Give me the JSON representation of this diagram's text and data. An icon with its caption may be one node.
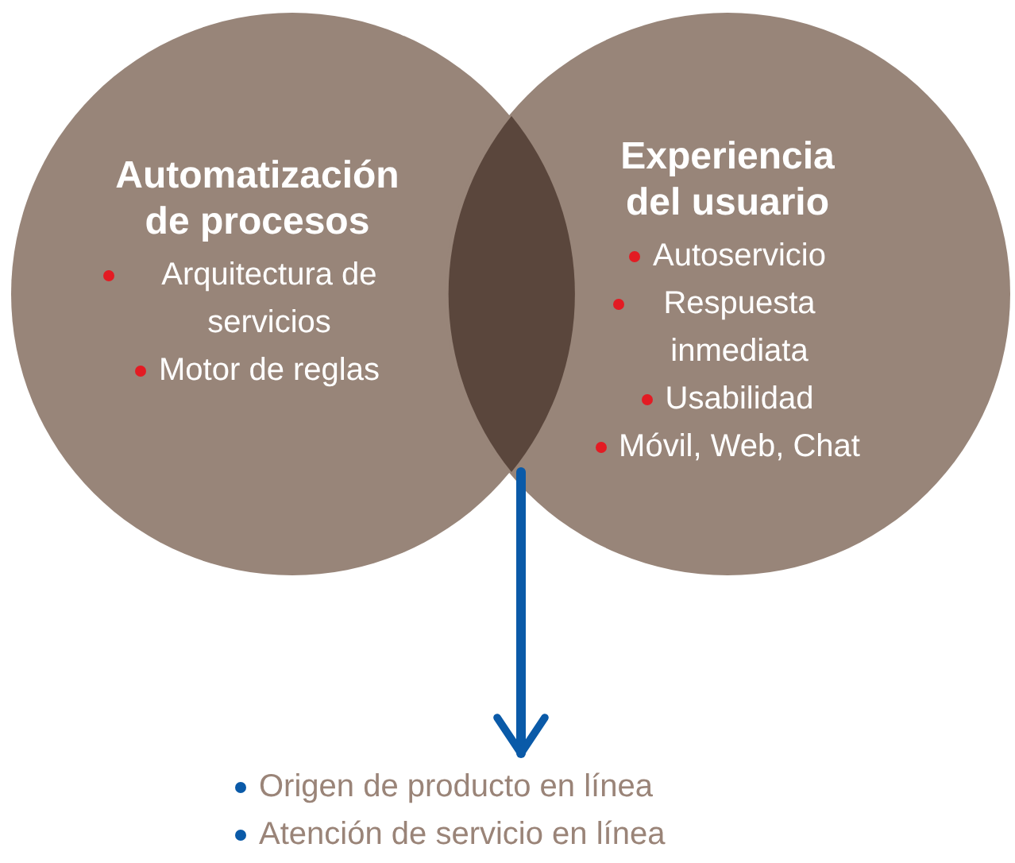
{
  "diagram": {
    "nodes": [
      {
        "text": [
          "Automatización de procesos",
          "Arquitectura de servicios",
          "Motor de reglas"
        ]
      },
      {
        "text": [
          "Experiencia del usuario",
          "Autoservicio",
          "Respuesta inmediata",
          "Usabilidad",
          "Móvil, Web, Chat"
        ]
      },
      {
        "text": [],
        "shape": "lens"
      },
      {
        "text": [
          "Origen de producto en línea",
          "Atención de servicio en línea"
        ]
      }
    ],
    "edges": [
      {
        "from": 2,
        "to": 3,
        "arrow": "to"
      }
    ]
  }
}
